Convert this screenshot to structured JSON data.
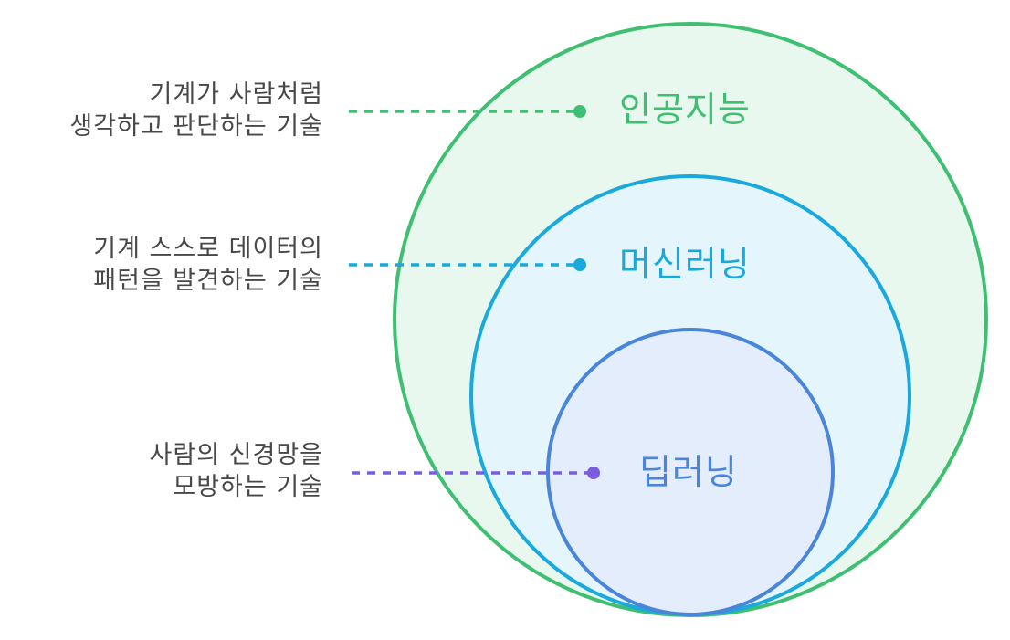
{
  "colors": {
    "ai": "#3fbf72",
    "ml": "#1aa9dc",
    "dl": "#4a85d9",
    "dl_dot": "#7b5ce0",
    "text": "#484848"
  },
  "levels": [
    {
      "label": "인공지능",
      "description": [
        "기계가 사람처럼",
        "생각하고 판단하는 기술"
      ]
    },
    {
      "label": "머신러닝",
      "description": [
        "기계 스스로 데이터의",
        "패턴을 발견하는 기술"
      ]
    },
    {
      "label": "딥러닝",
      "description": [
        "사람의 신경망을",
        "모방하는 기술"
      ]
    }
  ]
}
